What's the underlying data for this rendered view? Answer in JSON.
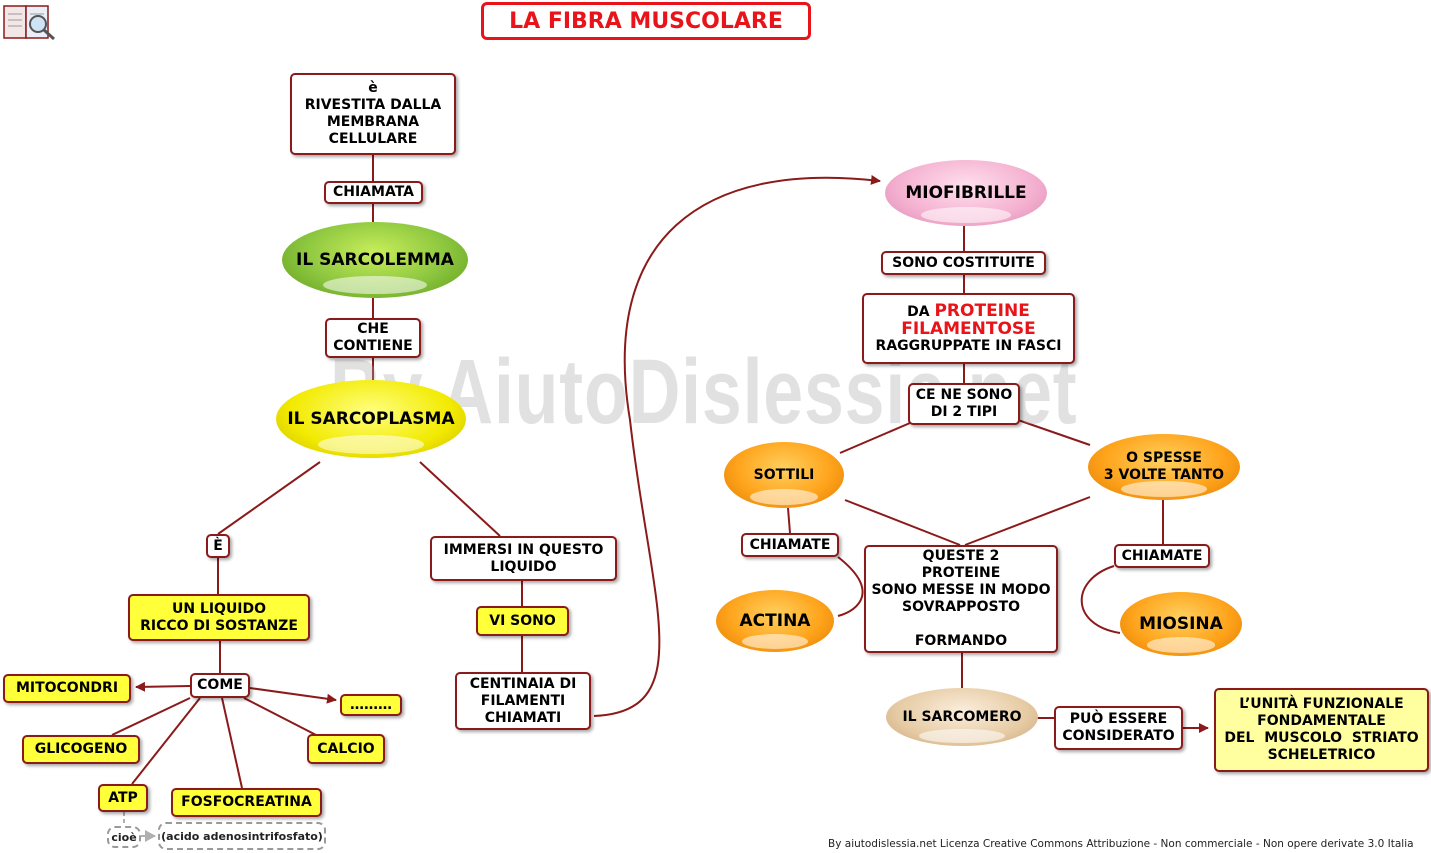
{
  "title": "LA FIBRA MUSCOLARE",
  "watermark": "By AiutoDislessia.net",
  "footer": "By aiutodislessia.net Licenza Creative Commons Attribuzione - Non commerciale - Non opere derivate 3.0 Italia",
  "left": {
    "membrana": [
      "è",
      "RIVESTITA DALLA",
      "MEMBRANA",
      "CELLULARE"
    ],
    "chiamata": "CHIAMATA",
    "sarcolemma": "IL SARCOLEMMA",
    "che_contiene": [
      "CHE",
      "CONTIENE"
    ],
    "sarcoplasma": "IL SARCOPLASMA",
    "e": "È",
    "liquido": [
      "UN LIQUIDO",
      "RICCO DI SOSTANZE"
    ],
    "come": "COME",
    "mitocondri": "MITOCONDRI",
    "glicogeno": "GLICOGENO",
    "atp": "ATP",
    "fosfocreatina": "FOSFOCREATINA",
    "calcio": "CALCIO",
    "dots": "………",
    "cioe": "cioè",
    "atp_full": "(acido adenosintrifosfato)",
    "immersi": [
      "IMMERSI IN QUESTO",
      "LIQUIDO"
    ],
    "vi_sono": "VI SONO",
    "centinaia": [
      "CENTINAIA DI",
      "FILAMENTI",
      "CHIAMATI"
    ]
  },
  "right": {
    "miofibrille": "MIOFIBRILLE",
    "sono_costituite": "SONO COSTITUITE",
    "da": "DA",
    "proteine": "PROTEINE",
    "filamentose": "FILAMENTOSE",
    "raggruppate": "RAGGRUPPATE IN FASCI",
    "ce_ne_sono": [
      "CE NE SONO",
      "DI 2 TIPI"
    ],
    "sottili": "SOTTILI",
    "spesse": [
      "O SPESSE",
      "3 VOLTE TANTO"
    ],
    "chiamate_left": "CHIAMATE",
    "chiamate_right": "CHIAMATE",
    "actina": "ACTINA",
    "miosina": "MIOSINA",
    "queste": [
      "QUESTE 2",
      "PROTEINE",
      "SONO MESSE IN MODO",
      "SOVRAPPOSTO",
      "",
      "FORMANDO"
    ],
    "sarcomero": "IL SARCOMERO",
    "puo_essere": [
      "PUÒ ESSERE",
      "CONSIDERATO"
    ],
    "unita": [
      "L’UNITÀ FUNZIONALE",
      "FONDAMENTALE",
      "DEL  MUSCOLO  STRIATO",
      "SCHELETRICO"
    ]
  },
  "colors": {
    "line": "#8b1a1a",
    "title_red": "#e8141a",
    "yellow_box": "#ffff3a",
    "orange_oval": "#ffa41c",
    "green_oval": "#8cc63f",
    "pink_oval": "#f4b0d0"
  },
  "icons": {
    "logo": "book-magnifier-icon"
  }
}
